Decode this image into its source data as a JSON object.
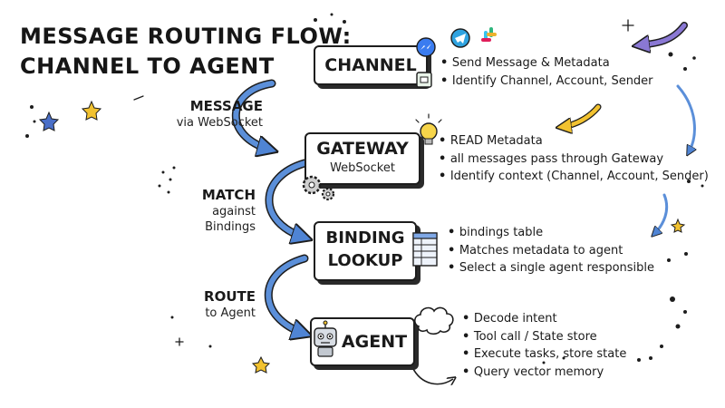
{
  "title": {
    "line1": "MESSAGE ROUTING FLOW:",
    "line2": "CHANNEL TO AGENT"
  },
  "stages": {
    "channel": {
      "label": "CHANNEL",
      "bullets": [
        "Send Message & Metadata",
        "Identify Channel, Account, Sender"
      ]
    },
    "gateway": {
      "label": "GATEWAY",
      "sublabel": "WebSocket",
      "bullets": [
        "READ Metadata",
        "all messages pass through Gateway",
        "Identify context (Channel, Account, Sender)"
      ]
    },
    "binding": {
      "label_line1": "BINDING",
      "label_line2": "LOOKUP",
      "bullets": [
        "bindings table",
        "Matches metadata to agent",
        "Select a single agent responsible"
      ]
    },
    "agent": {
      "label": "AGENT",
      "bullets": [
        "Decode intent",
        "Tool call / State store",
        "Execute tasks, store state",
        "Query vector memory"
      ]
    }
  },
  "steps": {
    "message": {
      "label": "MESSAGE",
      "detail": "via WebSocket"
    },
    "match": {
      "label": "MATCH",
      "detail_line1": "against",
      "detail_line2": "Bindings"
    },
    "route": {
      "label": "ROUTE",
      "detail": "to Agent"
    }
  },
  "colors": {
    "arrow_blue": "#5b8fd9",
    "accent_purple": "#8a78d4",
    "accent_yellow": "#f2c230",
    "star_blue": "#4a6fc8",
    "ink": "#1d1d1d"
  },
  "icons": [
    "messenger-icon",
    "telegram-icon",
    "slack-icon",
    "whatsapp-icon",
    "email-icon",
    "lightbulb-icon",
    "gears-icon",
    "table-icon",
    "robot-icon",
    "cloud-icon",
    "star-icon"
  ]
}
